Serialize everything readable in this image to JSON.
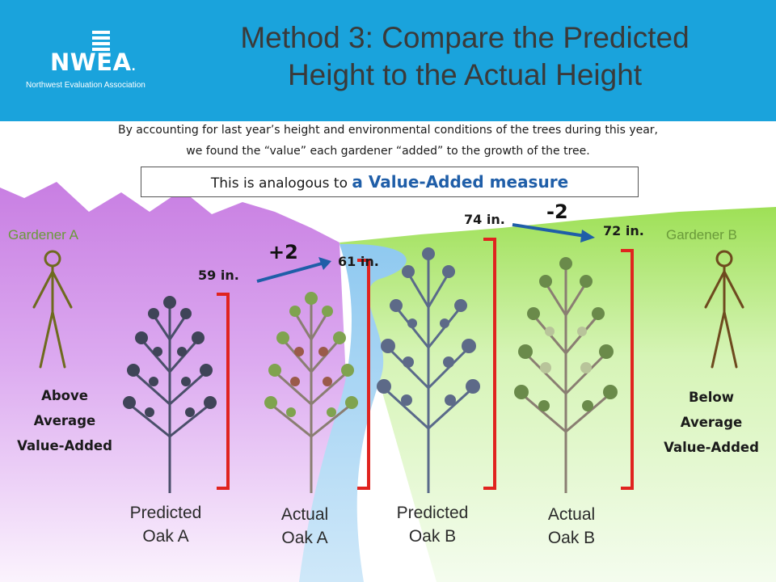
{
  "header": {
    "logo_text": "NWEA",
    "logo_trademark": ".",
    "logo_subtext": "Northwest Evaluation Association",
    "title_line1": "Method 3: Compare the Predicted",
    "title_line2": "Height to the Actual Height"
  },
  "subtitle": {
    "line1": "By accounting for last year’s height and environmental conditions of the trees during this year,",
    "line2": "we found the “value” each gardener “added” to the growth of the tree."
  },
  "analogy": {
    "prefix": "This is analogous to ",
    "emphasis": "a Value-Added measure"
  },
  "gardener_a": {
    "label": "Gardener A",
    "verdict_line1": "Above",
    "verdict_line2": "Average",
    "verdict_line3": "Value-Added"
  },
  "gardener_b": {
    "label": "Gardener B",
    "verdict_line1": "Below",
    "verdict_line2": "Average",
    "verdict_line3": "Value-Added"
  },
  "comparison_a": {
    "predicted_height": "59 in.",
    "actual_height": "61 in.",
    "delta": "+2"
  },
  "comparison_b": {
    "predicted_height": "74 in.",
    "actual_height": "72 in.",
    "delta": "-2"
  },
  "trees": {
    "predicted_a": {
      "line1": "Predicted",
      "line2": "Oak A"
    },
    "actual_a": {
      "line1": "Actual",
      "line2": "Oak A"
    },
    "predicted_b": {
      "line1": "Predicted",
      "line2": "Oak B"
    },
    "actual_b": {
      "line1": "Actual",
      "line2": "Oak B"
    }
  },
  "colors": {
    "header": "#1aa3dc",
    "mountains": "#c87ee2",
    "hills": "#a6e65c",
    "river": "#bde0f7",
    "bracket": "#e0231f",
    "arrow": "#1f5ea8",
    "figure": "#6e6a1e"
  }
}
